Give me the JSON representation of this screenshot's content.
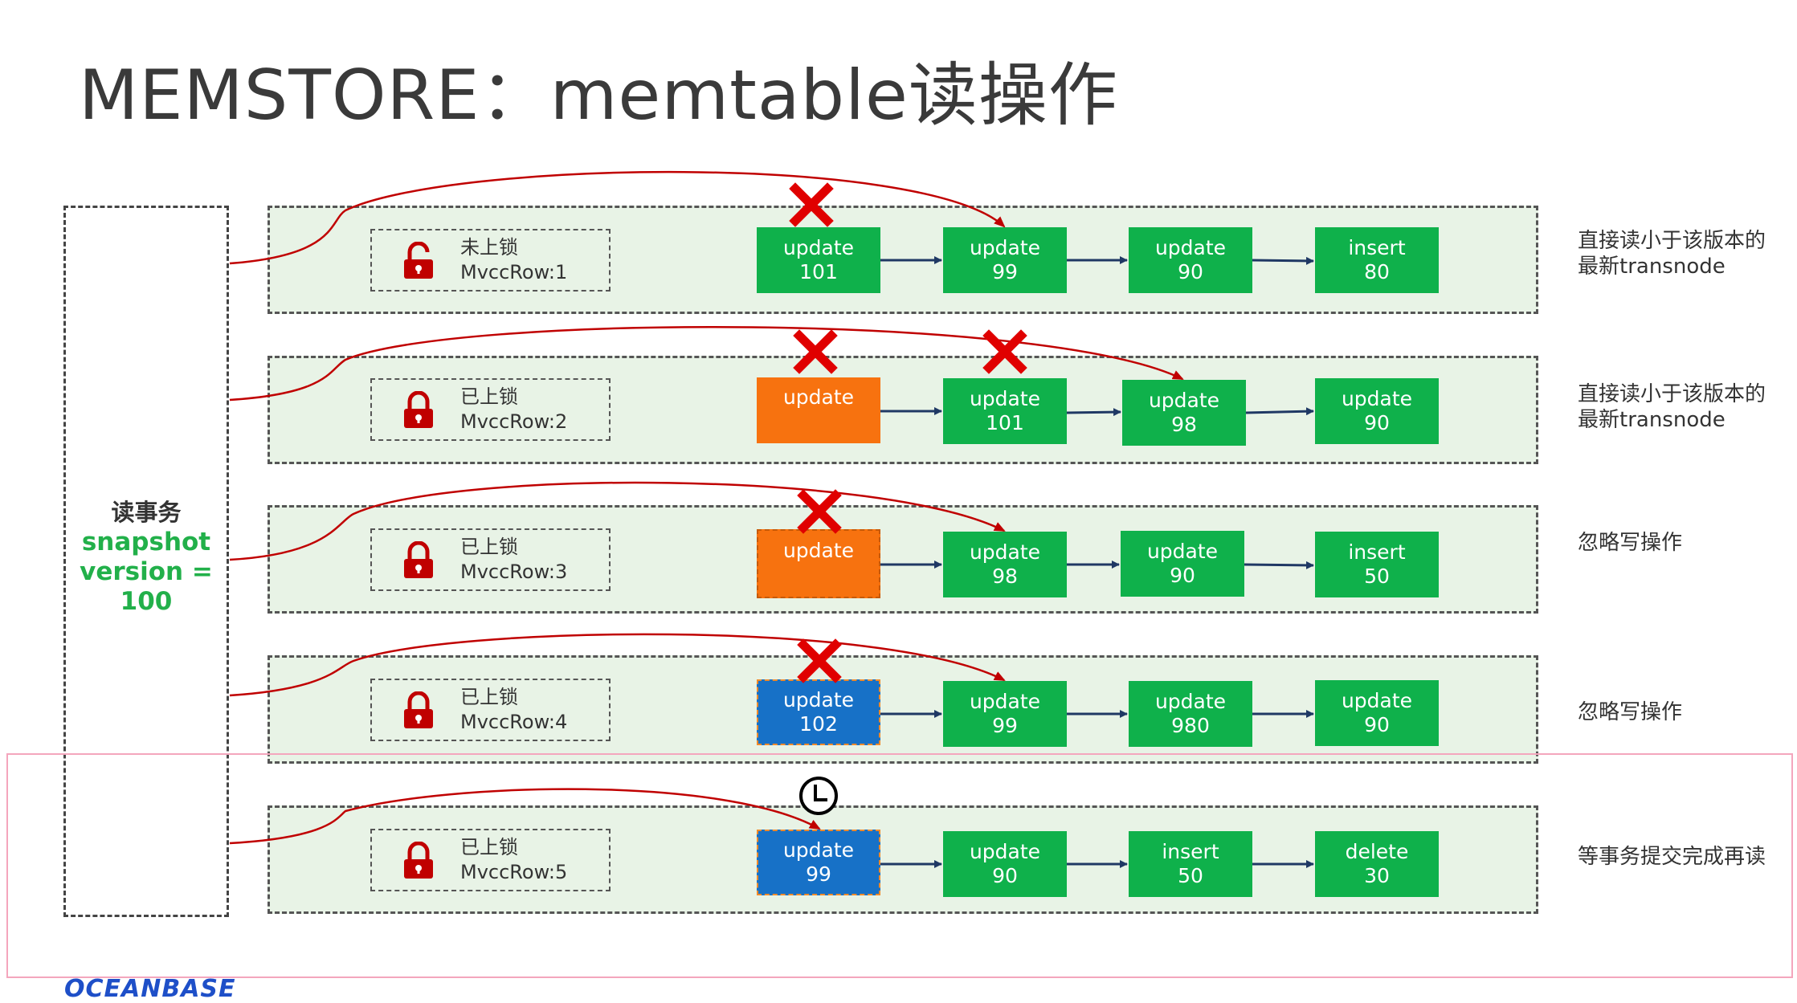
{
  "title": "MEMSTORE：memtable读操作",
  "transaction": {
    "label": "读事务",
    "snapshot_line1": "snapshot",
    "snapshot_line2": "version =",
    "snapshot_line3": "100"
  },
  "rows": [
    {
      "lock_status": "未上锁",
      "row_id": "MvccRow:1",
      "nodes": [
        {
          "op": "update",
          "version": "101",
          "color": "green"
        },
        {
          "op": "update",
          "version": "99",
          "color": "green"
        },
        {
          "op": "update",
          "version": "90",
          "color": "green"
        },
        {
          "op": "insert",
          "version": "80",
          "color": "green"
        }
      ],
      "note_line1": "直接读小于该版本的",
      "note_line2": "最新transnode"
    },
    {
      "lock_status": "已上锁",
      "row_id": "MvccRow:2",
      "nodes": [
        {
          "op": "update",
          "version": "",
          "color": "orange"
        },
        {
          "op": "update",
          "version": "101",
          "color": "green"
        },
        {
          "op": "update",
          "version": "98",
          "color": "green"
        },
        {
          "op": "update",
          "version": "90",
          "color": "green"
        }
      ],
      "note_line1": "直接读小于该版本的",
      "note_line2": "最新transnode"
    },
    {
      "lock_status": "已上锁",
      "row_id": "MvccRow:3",
      "nodes": [
        {
          "op": "update",
          "version": "",
          "color": "orange"
        },
        {
          "op": "update",
          "version": "98",
          "color": "green"
        },
        {
          "op": "update",
          "version": "90",
          "color": "green"
        },
        {
          "op": "insert",
          "version": "50",
          "color": "green"
        }
      ],
      "note_line1": "忽略写操作",
      "note_line2": ""
    },
    {
      "lock_status": "已上锁",
      "row_id": "MvccRow:4",
      "nodes": [
        {
          "op": "update",
          "version": "102",
          "color": "blue"
        },
        {
          "op": "update",
          "version": "99",
          "color": "green"
        },
        {
          "op": "update",
          "version": "980",
          "color": "green"
        },
        {
          "op": "update",
          "version": "90",
          "color": "green"
        }
      ],
      "note_line1": "忽略写操作",
      "note_line2": ""
    },
    {
      "lock_status": "已上锁",
      "row_id": "MvccRow:5",
      "nodes": [
        {
          "op": "update",
          "version": "99",
          "color": "blue"
        },
        {
          "op": "update",
          "version": "90",
          "color": "green"
        },
        {
          "op": "insert",
          "version": "50",
          "color": "green"
        },
        {
          "op": "delete",
          "version": "30",
          "color": "green"
        }
      ],
      "note_line1": "等事务提交完成再读",
      "note_line2": ""
    }
  ],
  "logo": "OCEANBASE",
  "colors": {
    "green": "#0fb14b",
    "orange": "#f7720f",
    "blue": "#1771c7",
    "red": "#c00000",
    "row_bg": "#e8f3e6",
    "arrow": "#1f3864",
    "snapshot_text": "#22b04a"
  }
}
